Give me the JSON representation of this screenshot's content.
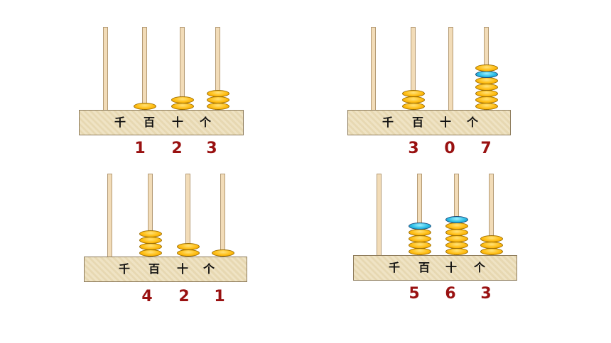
{
  "place_labels": [
    "千",
    "百",
    "十",
    "个"
  ],
  "colors": {
    "bead": "#ffbe14",
    "ten_marker_bead": "#2bbde6",
    "number": "#991111"
  },
  "abacuses": [
    {
      "id": "a1",
      "digits": [
        0,
        1,
        2,
        3
      ],
      "number_labels": [
        "1",
        "2",
        "3"
      ]
    },
    {
      "id": "a2",
      "digits": [
        0,
        3,
        0,
        7
      ],
      "number_labels": [
        "3",
        "0",
        "7"
      ]
    },
    {
      "id": "a3",
      "digits": [
        0,
        4,
        2,
        1
      ],
      "number_labels": [
        "4",
        "2",
        "1"
      ]
    },
    {
      "id": "a4",
      "digits": [
        0,
        5,
        6,
        3
      ],
      "number_labels": [
        "5",
        "6",
        "3"
      ]
    }
  ]
}
